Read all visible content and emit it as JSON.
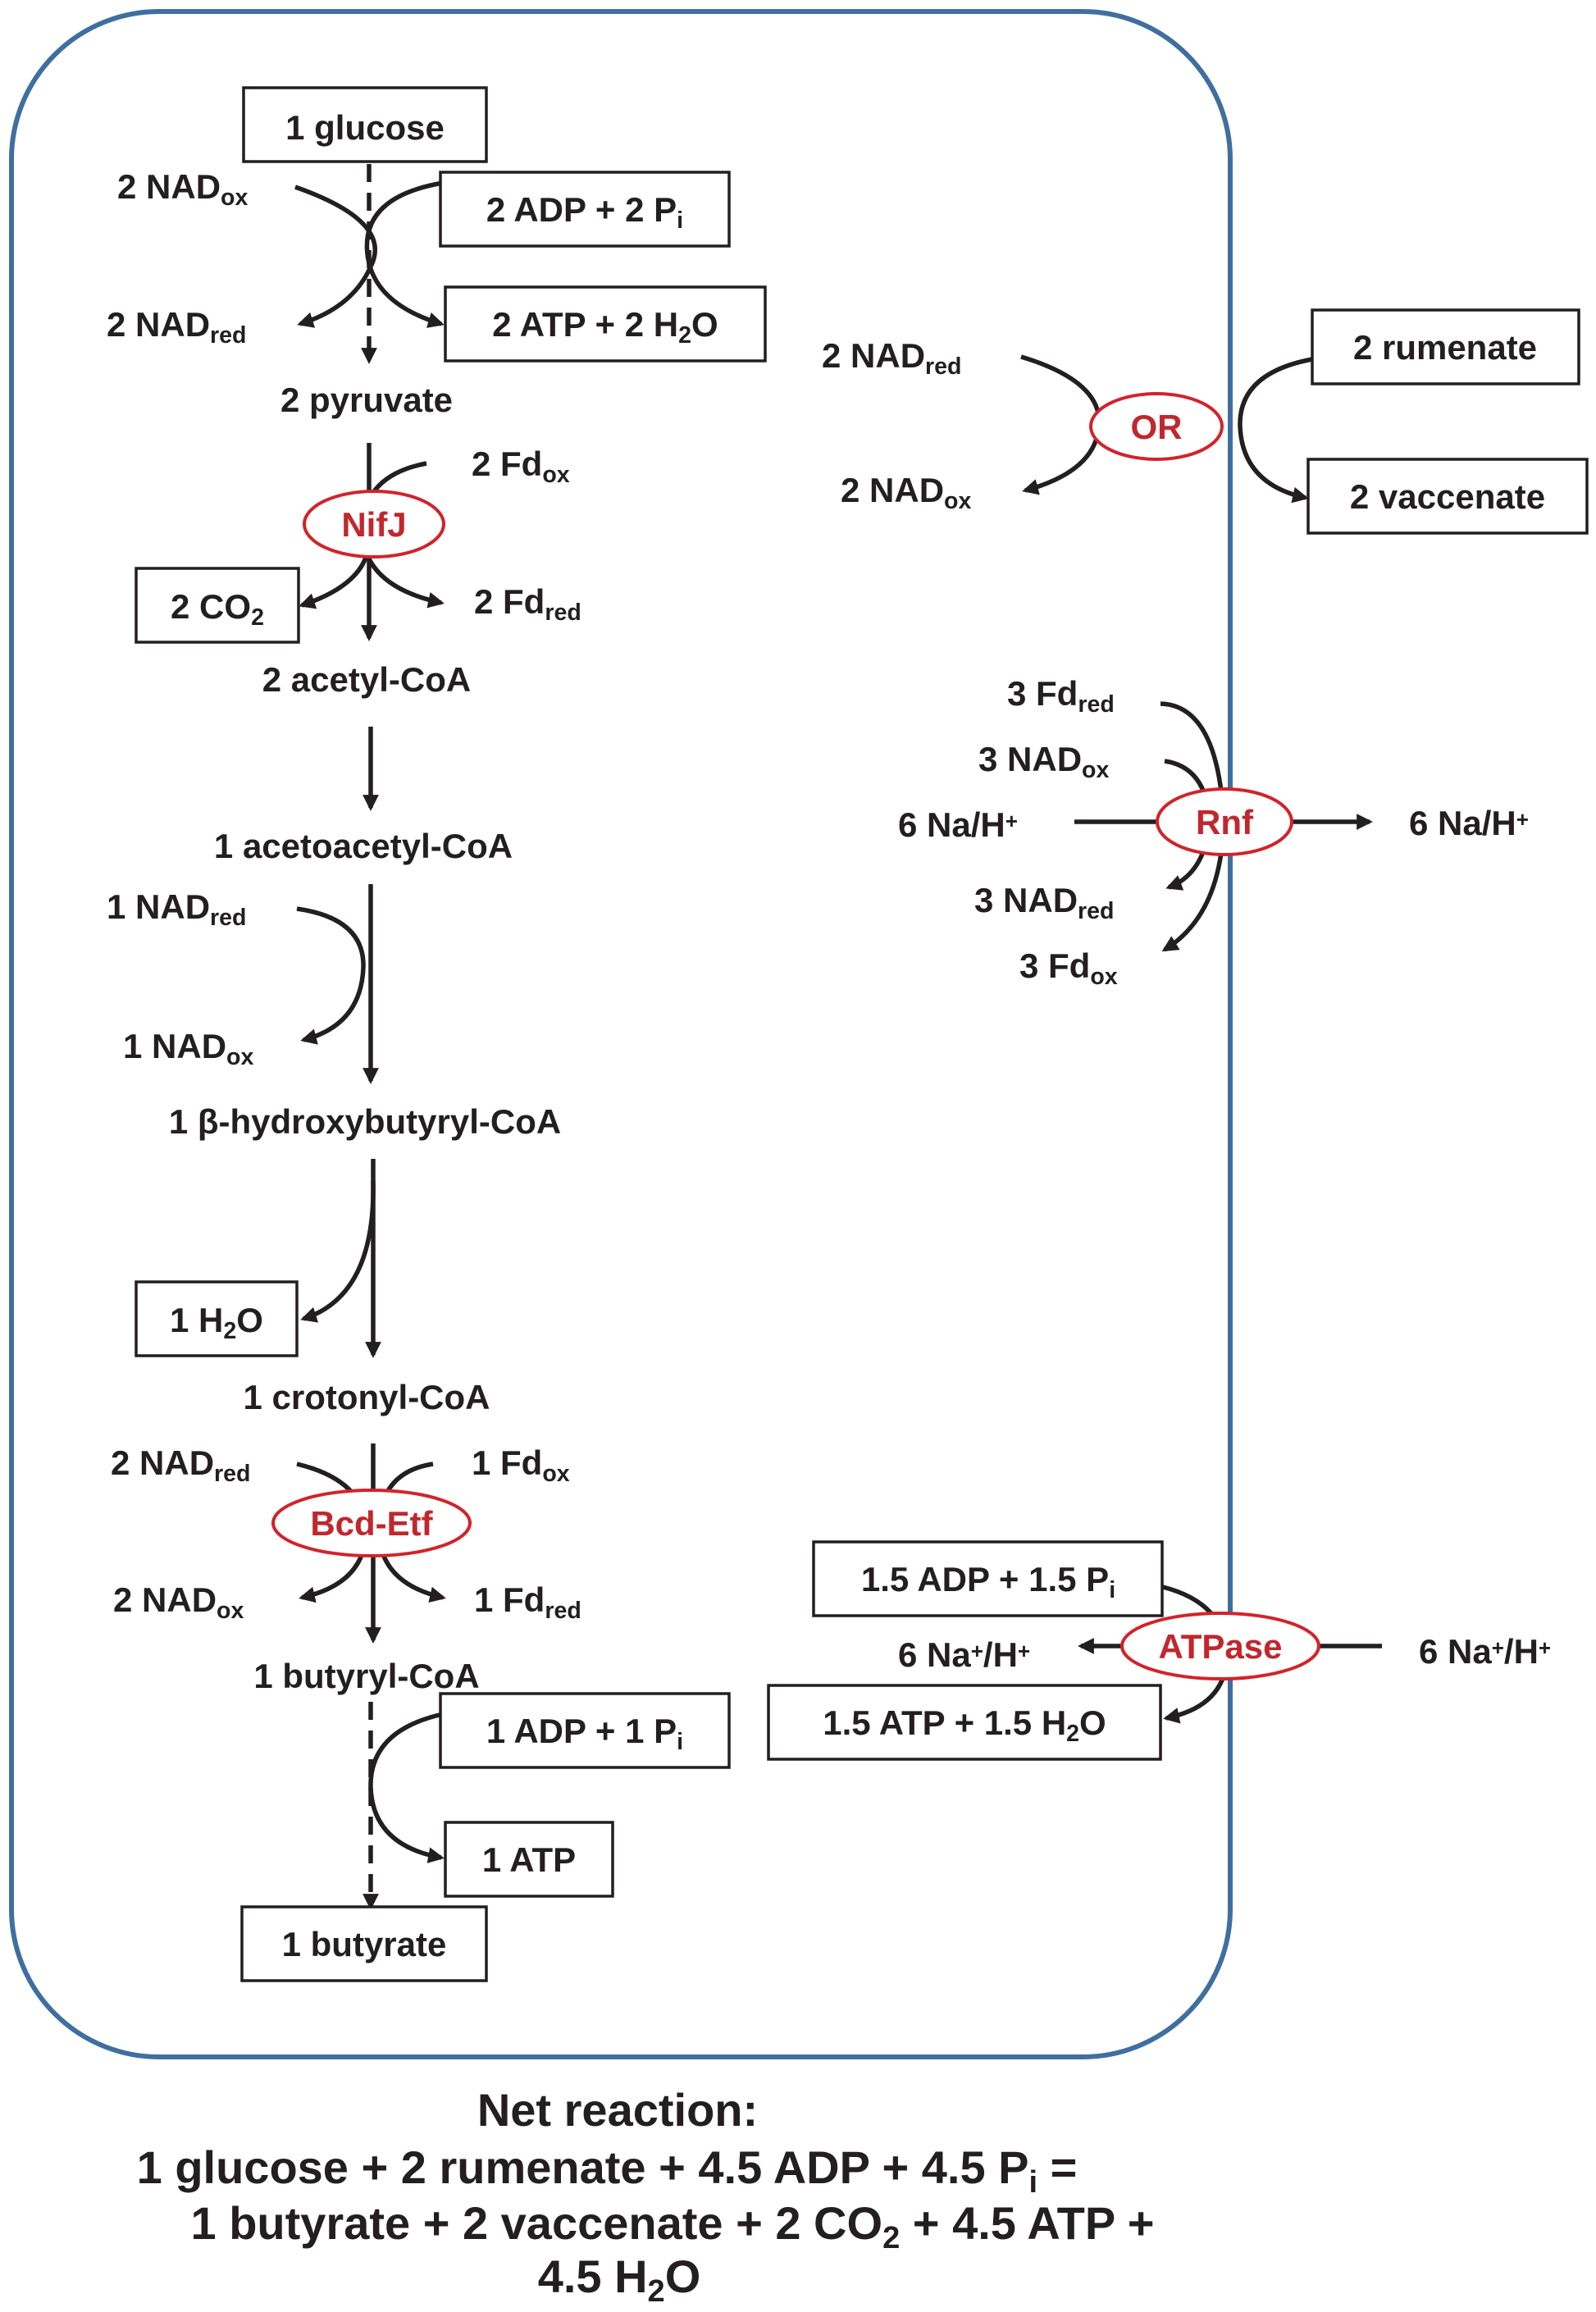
{
  "labels": {
    "glucose": "1 glucose",
    "nadox_top": "2 NAD|ox",
    "adp_pi_top": "2 ADP + 2 P|i",
    "nadred_top": "2 NAD|red",
    "atp_h2o_top": "2 ATP + 2 H|2|O",
    "pyruvate": "2 pyruvate",
    "fdox_nifj": "2 Fd|ox",
    "co2": "2 CO|2",
    "fdred_nifj": "2 Fd|red",
    "acetyl_coa": "2 acetyl-CoA",
    "acetoacetyl_coa": "1 acetoacetyl-CoA",
    "nadred_hbd": "1 NAD|red",
    "nadox_hbd": "1 NAD|ox",
    "hydroxybutyryl_coa": "1 β-hydroxybutyryl-CoA",
    "h2o": "1 H|2|O",
    "crotonyl_coa": "1 crotonyl-CoA",
    "nadred_bcd": "2 NAD|red",
    "fdox_bcd": "1 Fd|ox",
    "nadox_bcd": "2 NAD|ox",
    "fdred_bcd": "1 Fd|red",
    "butyryl_coa": "1 butyryl-CoA",
    "adp_pi_bottom": "1 ADP + 1 P|i",
    "atp_bottom": "1 ATP",
    "butyrate": "1 butyrate",
    "nadred_or": "2 NAD|red",
    "nadox_or": "2 NAD|ox",
    "rumenate": "2 rumenate",
    "vaccenate": "2 vaccenate",
    "fdred_rnf": "3 Fd|red",
    "nadox_rnf": "3 NAD|ox",
    "na_h_in_rnf": "6 Na/H^+",
    "na_h_out_rnf": "6 Na/H^+",
    "nadred_rnf": "3 NAD|red",
    "fdox_rnf": "3 Fd|ox",
    "adp_pi_atpase": "1.5 ADP + 1.5 P|i",
    "na_h_in_atpase": "6 Na^+^/H^+",
    "na_h_out_atpase": "6 Na^+^/H^+",
    "atp_h2o_atpase": "1.5 ATP + 1.5 H|2|O"
  },
  "enzymes": {
    "nifj": "NifJ",
    "or": "OR",
    "rnf": "Rnf",
    "bcd_etf": "Bcd-Etf",
    "atpase": "ATPase"
  },
  "net_reaction": {
    "title": "Net reaction:",
    "line1": "1 glucose + 2 rumenate + 4.5 ADP + 4.5 P|i| =",
    "line2": "1 butyrate + 2 vaccenate + 2 CO|2| + 4.5 ATP +",
    "line3": "4.5 H|2|O"
  },
  "colors": {
    "cell_border": "#3f6fa0",
    "enzyme": "#c1272d",
    "ink": "#231f20"
  }
}
